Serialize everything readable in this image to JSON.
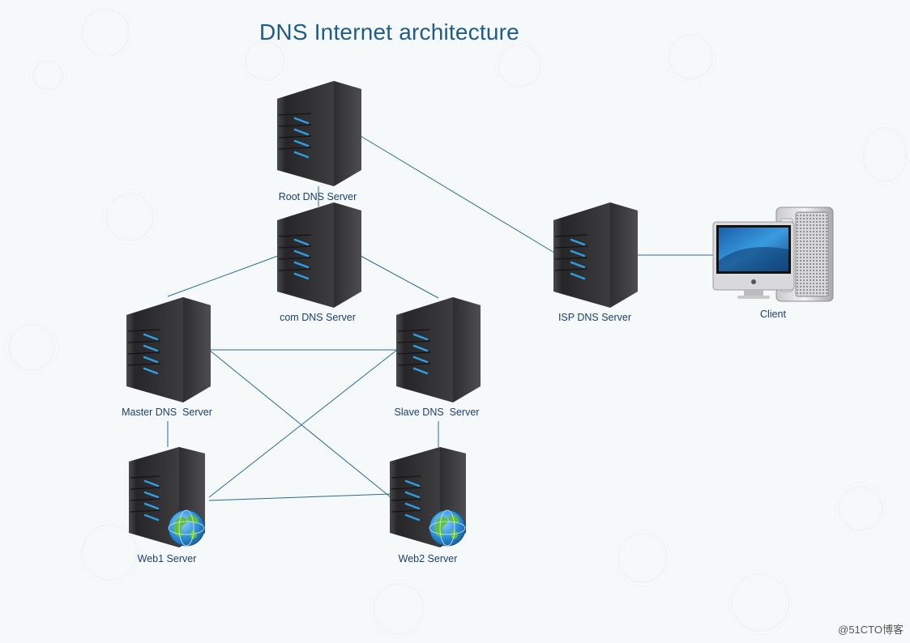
{
  "title": "DNS Internet architecture",
  "nodes": {
    "root": {
      "label": "Root DNS Server",
      "icon": "server-icon"
    },
    "com": {
      "label": "com DNS Server",
      "icon": "server-icon"
    },
    "master": {
      "label": "Master DNS  Server",
      "icon": "server-icon"
    },
    "slave": {
      "label": "Slave DNS  Server",
      "icon": "server-icon"
    },
    "web1": {
      "label": "Web1 Server",
      "icon": "web-server-icon"
    },
    "web2": {
      "label": "Web2 Server",
      "icon": "web-server-icon"
    },
    "isp": {
      "label": "ISP DNS Server",
      "icon": "server-icon"
    },
    "client": {
      "label": "Client",
      "icon": "desktop-computer-icon"
    }
  },
  "edges": [
    [
      "root",
      "com"
    ],
    [
      "root",
      "isp"
    ],
    [
      "isp",
      "client"
    ],
    [
      "com",
      "master"
    ],
    [
      "com",
      "slave"
    ],
    [
      "master",
      "slave"
    ],
    [
      "master",
      "web1"
    ],
    [
      "master",
      "web2"
    ],
    [
      "slave",
      "web2"
    ],
    [
      "slave",
      "web1"
    ],
    [
      "web1",
      "web2"
    ]
  ],
  "watermark": "@51CTO博客",
  "colors": {
    "title": "#1f5c86",
    "line": "#2a6a8f",
    "label": "#1c3e72",
    "server": "#3a3a3c",
    "led": "#2f9fe6"
  }
}
